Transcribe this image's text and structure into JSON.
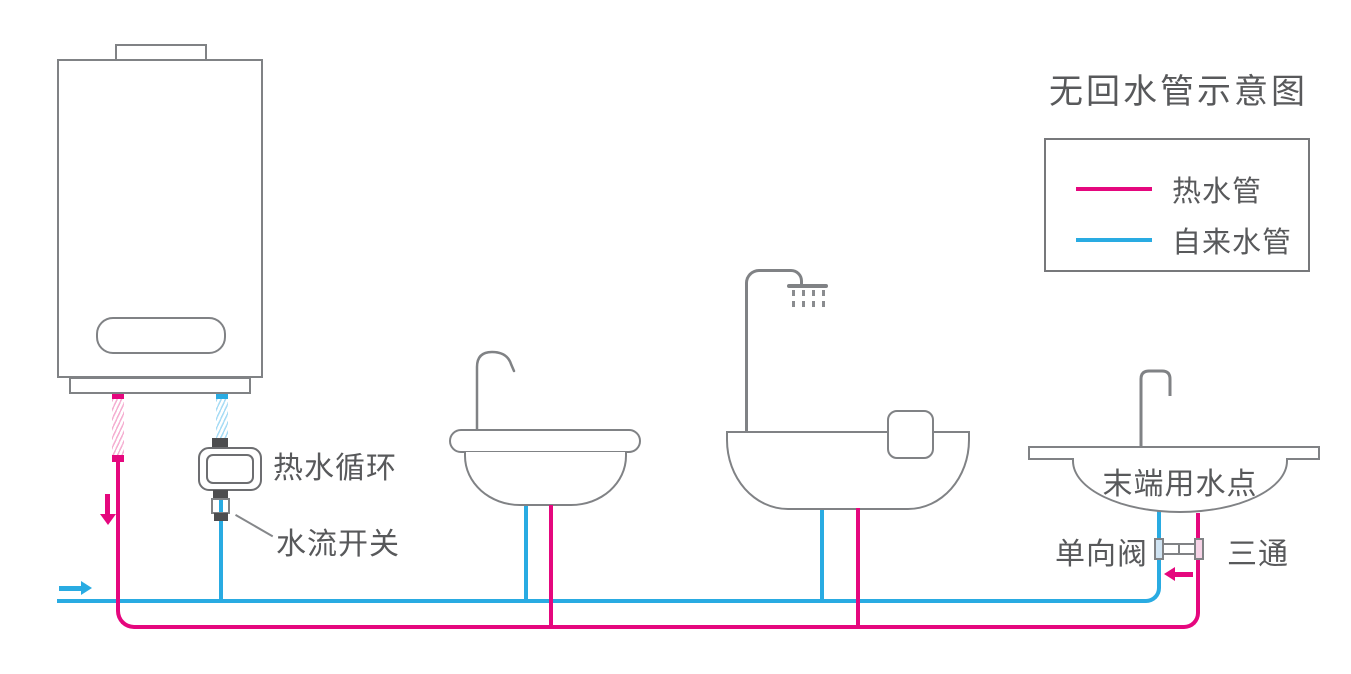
{
  "diagram": {
    "title": "无回水管示意图",
    "legend": {
      "items": [
        {
          "label": "热水管",
          "color": "#E5077E"
        },
        {
          "label": "自来水管",
          "color": "#29ABE2"
        }
      ]
    },
    "labels": {
      "circulation_unit": "热水循环",
      "flow_switch": "水流开关",
      "end_use_point": "末端用水点",
      "check_valve": "单向阀",
      "tee": "三通"
    },
    "colors": {
      "hot_pipe": "#E5077E",
      "cold_pipe": "#29ABE2",
      "fixture_outline": "#808285",
      "text": "#58595B",
      "connector_dark": "#4D4D4F"
    }
  }
}
